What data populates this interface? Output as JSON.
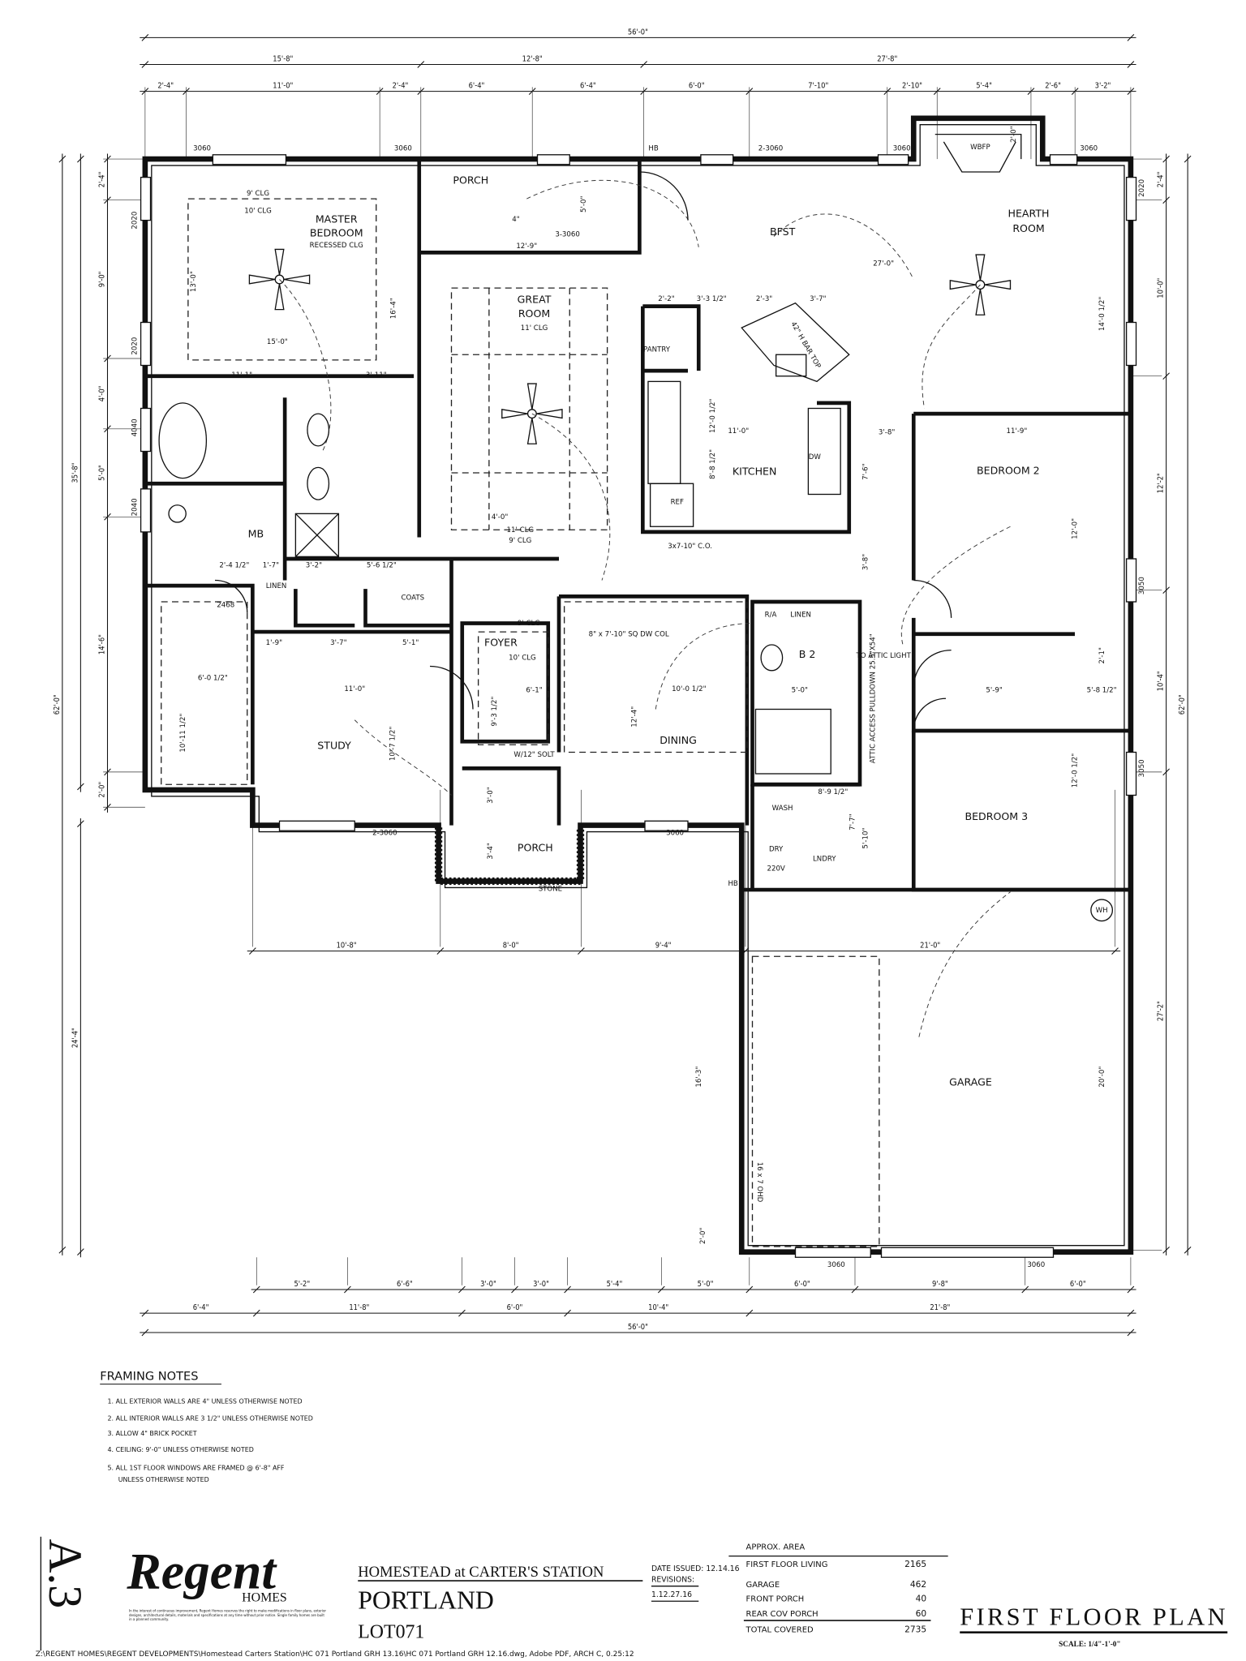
{
  "dimensions": {
    "top_overall": "56'-0\"",
    "top_row2": [
      "15'-8\"",
      "12'-8\"",
      "27'-8\""
    ],
    "top_row3": [
      "2'-4\"",
      "11'-0\"",
      "2'-4\"",
      "6'-4\"",
      "6'-4\"",
      "6'-0\"",
      "7'-10\"",
      "2'-10\"",
      "5'-4\"",
      "2'-6\"",
      "3'-2\""
    ],
    "mid_row": [
      "10'-8\"",
      "8'-0\"",
      "9'-4\"",
      "21'-0\""
    ],
    "bottom_row1": [
      "5'-2\"",
      "6'-6\"",
      "3'-0\"",
      "3'-0\"",
      "5'-4\"",
      "5'-0\"",
      "6'-0\"",
      "9'-8\"",
      "6'-0\""
    ],
    "bottom_row2": [
      "6'-4\"",
      "11'-8\"",
      "6'-0\"",
      "10'-4\"",
      "21'-8\""
    ],
    "bottom_overall": "56'-0\"",
    "left_inner": [
      "2'-4\"",
      "9'-0\"",
      "4'-0\"",
      "5'-0\"",
      "14'-6\"",
      "2'-0\""
    ],
    "left_outer": [
      "35'-8\"",
      "24'-4\""
    ],
    "left_overall": "62'-0\"",
    "right_inner": [
      "2'-4\"",
      "10'-0\"",
      "12'-2\"",
      "10'-4\"",
      "27'-2\""
    ],
    "right_overall": "62'-0\""
  },
  "rooms": {
    "master_bedroom": [
      "MASTER",
      "BEDROOM"
    ],
    "recessed": "RECESSED CLG",
    "porch_rear": "PORCH",
    "great_room": [
      "GREAT",
      "ROOM"
    ],
    "bfst": "BFST",
    "hearth_room": [
      "HEARTH",
      "ROOM"
    ],
    "pantry": "PANTRY",
    "kitchen": "KITCHEN",
    "bedroom2": "BEDROOM 2",
    "mb": "MB",
    "study": "STUDY",
    "foyer": "FOYER",
    "dining": "DINING",
    "b2": "B 2",
    "bedroom3": "BEDROOM 3",
    "lndry": "LNDRY",
    "porch_front": "PORCH",
    "garage": "GARAGE"
  },
  "annotations": [
    "9' CLG",
    "10' CLG",
    "13'-0\"",
    "15'-0\"",
    "16'-4\"",
    "11'-1\"",
    "3'-11\"",
    "12'-9\"",
    "3-3060",
    "11' CLG",
    "27'-0\"",
    "14'-0 1/2\"",
    "2'-2\"",
    "3'-3 1/2\"",
    "2'-3\"",
    "3'-7\"",
    "42\" H BAR TOP",
    "11'-0\"",
    "12'-0 1/2\"",
    "8'-8 1/2\"",
    "DW",
    "REF",
    "3x7-10\" C.O.",
    "11' CLG",
    "9' CLG",
    "4'-0\"",
    "11'-9\"",
    "12'-0\"",
    "3'-8\"",
    "7'-6\"",
    "2'-4 1/2\"",
    "1'-7\"",
    "3'-2\"",
    "5'-6 1/2\"",
    "2468",
    "LINEN",
    "COATS",
    "R/A",
    "LINEN",
    "1'-9\"",
    "3'-7\"",
    "5'-1\"",
    "6'-0 1/2\"",
    "10'-11 1/2\"",
    "11'-0\"",
    "10'-7 1/2\"",
    "9' CLG",
    "10' CLG",
    "8\" x 7'-10\" SQ DW COL",
    "6'-1\"",
    "9'-3 1/2\"",
    "10'-0 1/2\"",
    "12'-4\"",
    "5'-0\"",
    "8'-9 1/2\"",
    "WASH",
    "DRY",
    "220V",
    "5'-9\"",
    "5'-8 1/2\"",
    "12'-0 1/2\"",
    "W/12\" SOLT",
    "STONE",
    "2-3060",
    "3060",
    "3060",
    "3060",
    "16'-3\"",
    "20'-0\"",
    "16 x 7 OHD",
    "WH",
    "HB",
    "WBFP",
    "3060",
    "3060",
    "2-3060",
    "3060",
    "3060",
    "2020",
    "2020",
    "4040",
    "2040",
    "2020",
    "3050",
    "3050",
    "TO ATTIC LIGHT",
    "ATTIC ACCESS PULLDOWN 25.5\"X54\"",
    "3'-8\"",
    "5'-10\"",
    "7'-7\"",
    "2'-0\"",
    "3'-0\"",
    "3'-4\"",
    "2'-0\"",
    "4\"",
    "5'-0\"",
    "2'-1\"",
    "HB"
  ],
  "framing_notes": {
    "title": "FRAMING NOTES",
    "items": [
      "1. ALL EXTERIOR WALLS ARE 4\" UNLESS OTHERWISE NOTED",
      "2. ALL INTERIOR WALLS ARE 3 1/2\" UNLESS OTHERWISE NOTED",
      "3. ALLOW 4\" BRICK POCKET",
      "4. CEILING:  9'-0\" UNLESS OTHERWISE NOTED",
      "5. ALL 1ST FLOOR WINDOWS ARE FRAMED @ 6'-8\" AFF",
      "UNLESS OTHERWISE NOTED"
    ]
  },
  "title_block": {
    "sheet_number": "A.3",
    "logo": "Regent",
    "logo_sub": "HOMES",
    "disclaimer": "In the interest of continuous improvement, Regent Homes reserves the right to make modifications in floor plans, exterior designs, architectural details, materials and specifications at any time without prior notice. Single family homes are built in a planned community.",
    "community": "HOMESTEAD at CARTER'S STATION",
    "plan_name": "PORTLAND",
    "lot": "LOT071",
    "date_issued": "DATE ISSUED: 12.14.16",
    "revisions_label": "REVISIONS:",
    "revision_1": "1.12.27.16",
    "area_title": "APPROX. AREA",
    "areas": [
      {
        "label": "FIRST FLOOR LIVING",
        "value": "2165"
      },
      {
        "label": "GARAGE",
        "value": "462"
      },
      {
        "label": "FRONT PORCH",
        "value": "40"
      },
      {
        "label": "REAR COV PORCH",
        "value": "60"
      },
      {
        "label": "TOTAL COVERED",
        "value": "2735"
      }
    ],
    "sheet_title": "FIRST FLOOR PLAN",
    "scale": "SCALE: 1/4\"-1'-0\"",
    "file_path": "Z:\\REGENT HOMES\\REGENT DEVELOPMENTS\\Homestead Carters Station\\HC 071 Portland GRH 13.16\\HC 071 Portland GRH 12.16.dwg, Adobe PDF, ARCH C, 0.25:12"
  }
}
